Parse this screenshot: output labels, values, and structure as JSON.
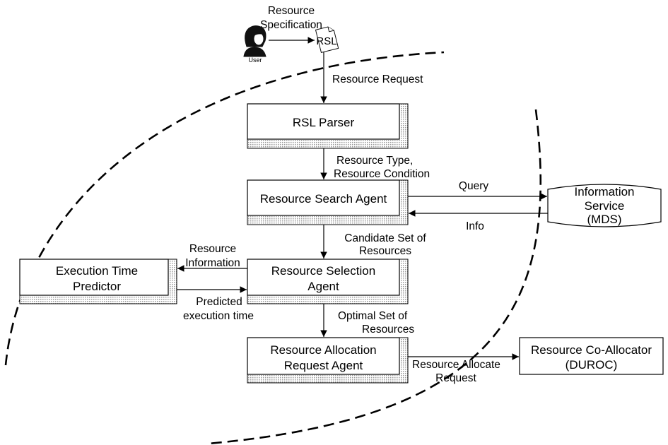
{
  "user": {
    "label": "User",
    "icon": "user-icon"
  },
  "rsl_document": {
    "label": "RSL",
    "icon": "document-icon"
  },
  "nodes": {
    "rsl_parser": {
      "lines": [
        "RSL Parser"
      ]
    },
    "resource_search_agent": {
      "lines": [
        "Resource Search Agent"
      ]
    },
    "resource_selection_agent": {
      "lines": [
        "Resource Selection",
        "Agent"
      ]
    },
    "resource_allocation_request_agent": {
      "lines": [
        "Resource Allocation",
        "Request Agent"
      ]
    },
    "execution_time_predictor": {
      "lines": [
        "Execution Time",
        "Predictor"
      ]
    },
    "information_service": {
      "lines": [
        "Information",
        "Service",
        "(MDS)"
      ]
    },
    "resource_co_allocator": {
      "lines": [
        "Resource Co-Allocator",
        "(DUROC)"
      ]
    }
  },
  "edges": {
    "user_to_rsl": {
      "lines": [
        "Resource",
        "Specification"
      ]
    },
    "rsl_to_parser": {
      "lines": [
        "Resource Request"
      ]
    },
    "parser_to_search": {
      "lines": [
        "Resource Type,",
        "Resource Condition"
      ]
    },
    "search_to_info": {
      "lines": [
        "Query"
      ]
    },
    "info_to_search": {
      "lines": [
        "Info"
      ]
    },
    "search_to_selection": {
      "lines": [
        "Candidate Set of",
        "Resources"
      ]
    },
    "selection_to_predictor": {
      "lines": [
        "Resource",
        "Information"
      ]
    },
    "predictor_to_selection": {
      "lines": [
        "Predicted",
        "execution time"
      ]
    },
    "selection_to_allocation": {
      "lines": [
        "Optimal Set of",
        "Resources"
      ]
    },
    "allocation_to_co_allocator": {
      "lines": [
        "Resource Allocate",
        "Request"
      ]
    }
  },
  "colors": {
    "line": "#000000",
    "shading": "#9a9a9a",
    "background": "#ffffff"
  }
}
